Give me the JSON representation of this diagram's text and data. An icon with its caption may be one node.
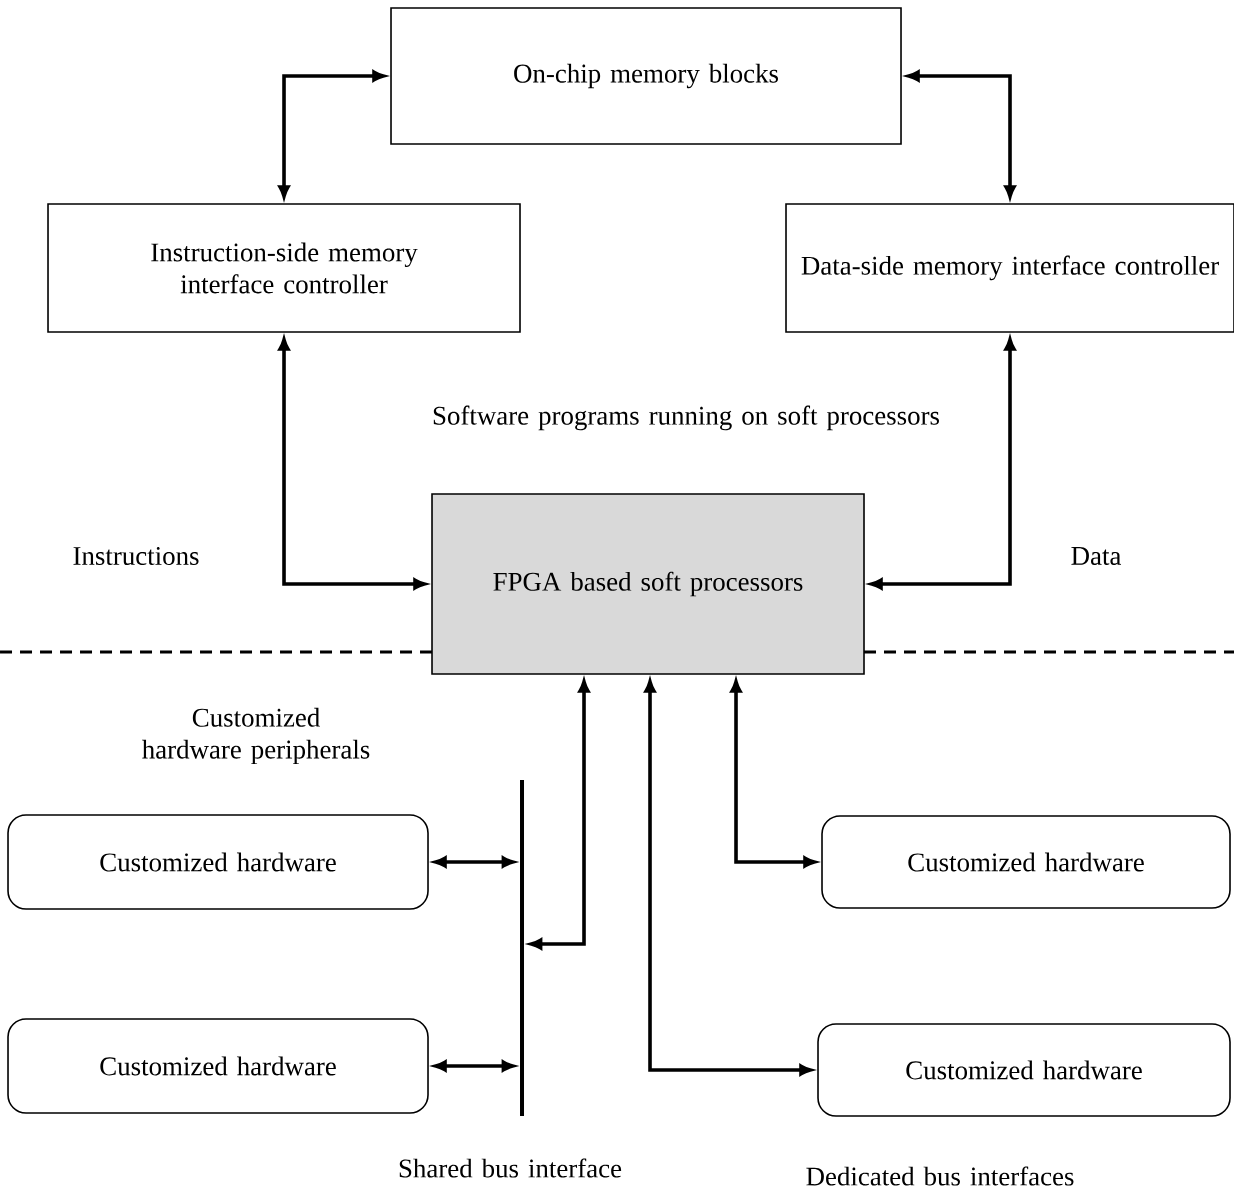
{
  "diagram": {
    "nodes": [
      {
        "text": [
          "On-chip memory blocks"
        ]
      },
      {
        "text": [
          "Instruction-side memory interface controller"
        ]
      },
      {
        "text": [
          "Data-side memory interface controller"
        ]
      },
      {
        "text": [
          "FPGA based soft processors"
        ]
      },
      {
        "text": [
          "Customized hardware"
        ]
      },
      {
        "text": [
          "Customized hardware"
        ]
      },
      {
        "text": [
          "Customized hardware"
        ]
      },
      {
        "text": [
          "Customized hardware"
        ]
      },
      {
        "text": [],
        "shape": "bar"
      }
    ],
    "edges": [
      {
        "from": 1,
        "to": 0,
        "arrow": "both"
      },
      {
        "from": 2,
        "to": 0,
        "arrow": "both"
      },
      {
        "from": 1,
        "to": 3,
        "arrow": "both"
      },
      {
        "from": 2,
        "to": 3,
        "arrow": "both"
      },
      {
        "from": 4,
        "to": 8,
        "arrow": "both"
      },
      {
        "from": 5,
        "to": 8,
        "arrow": "both"
      },
      {
        "from": 8,
        "to": 3,
        "arrow": "both"
      },
      {
        "from": 3,
        "to": 6,
        "arrow": "both"
      },
      {
        "from": 3,
        "to": 7,
        "arrow": "both"
      }
    ],
    "labels": [
      "Software programs running on soft processors",
      "Instructions",
      "Data",
      "Customized hardware peripherals",
      "Shared bus interface",
      "Dedicated bus interfaces"
    ]
  }
}
